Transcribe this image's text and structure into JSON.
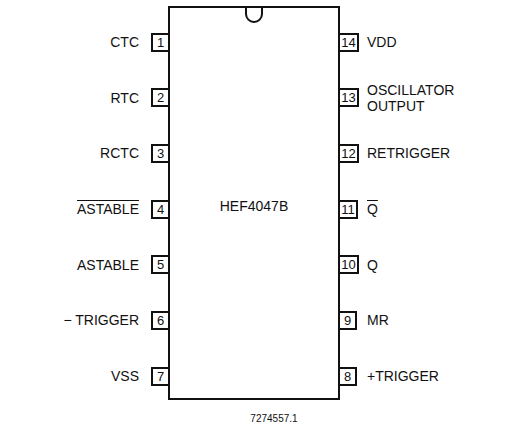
{
  "diagram": {
    "nodes": [
      {
        "text": [
          "HEF4047B"
        ]
      },
      {
        "text": [
          "1"
        ],
        "in": 0
      },
      {
        "text": [
          "2"
        ],
        "in": 0
      },
      {
        "text": [
          "3"
        ],
        "in": 0
      },
      {
        "text": [
          "4"
        ],
        "in": 0
      },
      {
        "text": [
          "5"
        ],
        "in": 0
      },
      {
        "text": [
          "6"
        ],
        "in": 0
      },
      {
        "text": [
          "7"
        ],
        "in": 0
      },
      {
        "text": [
          "8"
        ],
        "in": 0
      },
      {
        "text": [
          "9"
        ],
        "in": 0
      },
      {
        "text": [
          "10"
        ],
        "in": 0
      },
      {
        "text": [
          "11"
        ],
        "in": 0
      },
      {
        "text": [
          "12"
        ],
        "in": 0
      },
      {
        "text": [
          "13"
        ],
        "in": 0
      },
      {
        "text": [
          "14"
        ],
        "in": 0
      }
    ],
    "labels": [
      "CTC",
      "VDD",
      "RTC",
      "OSCILLATOR OUTPUT",
      "RCTC",
      "RETRIGGER",
      "ASTABLE",
      "Q",
      "ASTABLE",
      "Q",
      "− TRIGGER",
      "MR",
      "VSS",
      "+TRIGGER",
      "7274557.1"
    ]
  }
}
